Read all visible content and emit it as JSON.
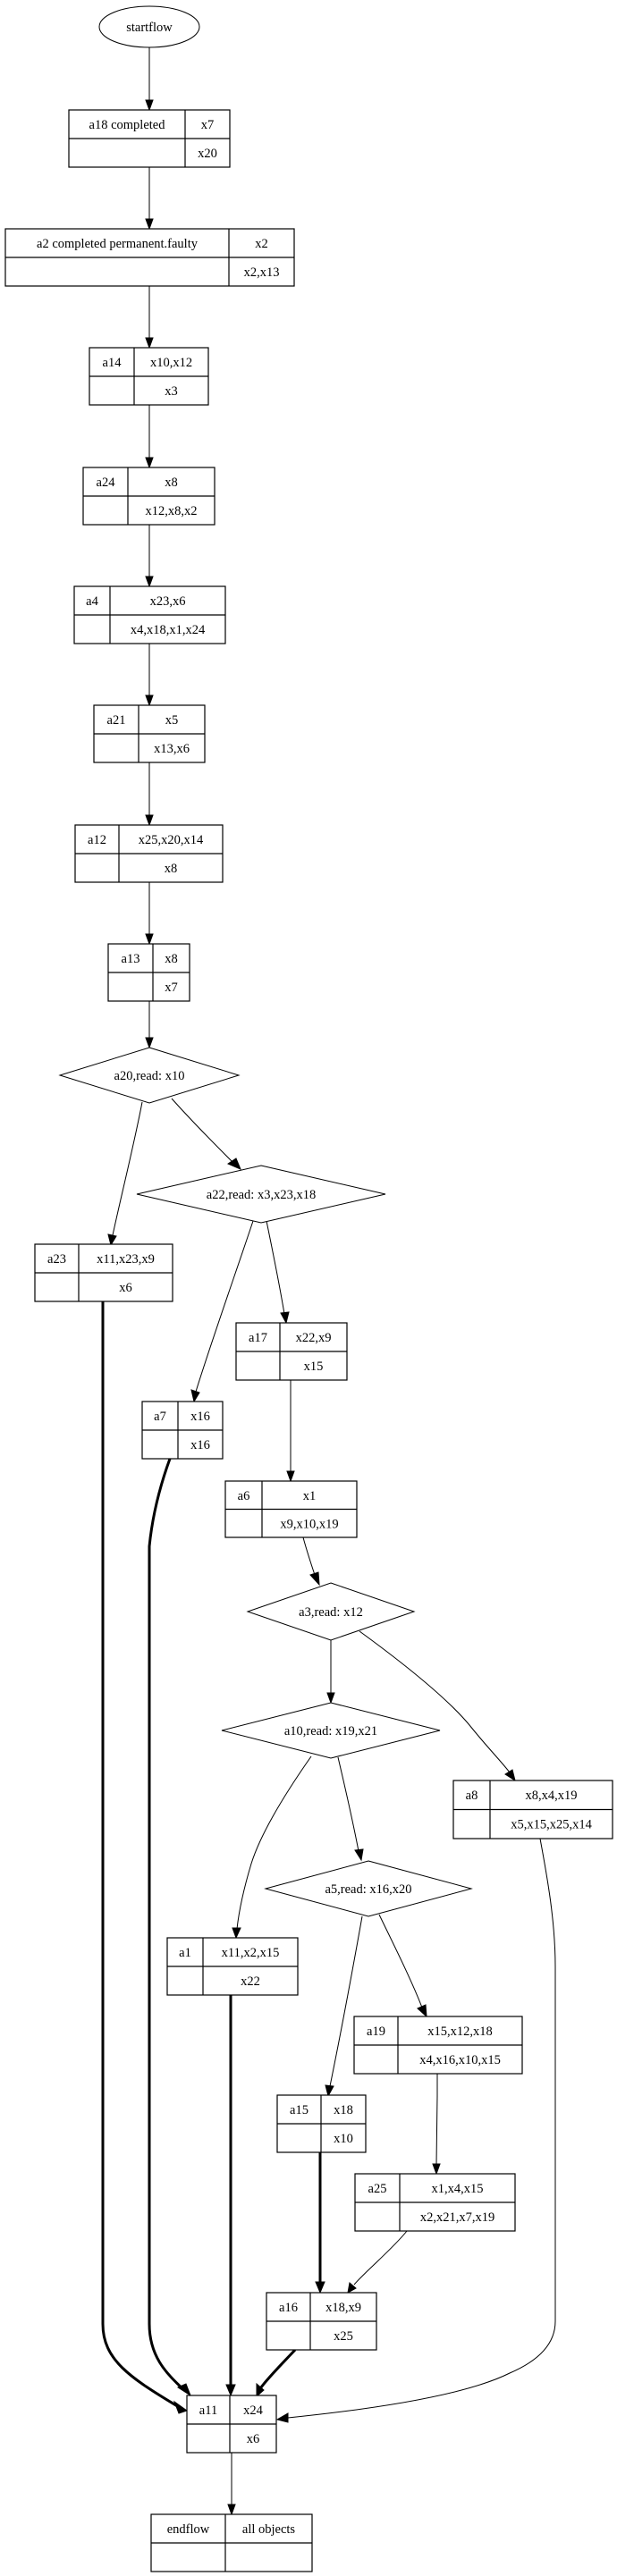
{
  "diagram": {
    "start": {
      "label": "startflow"
    },
    "tasks": [
      {
        "id": "a18",
        "name": "a18 completed",
        "reads": "x7",
        "writes": "x20"
      },
      {
        "id": "a2",
        "name": "a2 completed permanent.faulty",
        "reads": "x2",
        "writes": "x2,x13"
      },
      {
        "id": "a14",
        "name": "a14",
        "reads": "x10,x12",
        "writes": "x3"
      },
      {
        "id": "a24",
        "name": "a24",
        "reads": "x8",
        "writes": "x12,x8,x2"
      },
      {
        "id": "a4",
        "name": "a4",
        "reads": "x23,x6",
        "writes": "x4,x18,x1,x24"
      },
      {
        "id": "a21",
        "name": "a21",
        "reads": "x5",
        "writes": "x13,x6"
      },
      {
        "id": "a12",
        "name": "a12",
        "reads": "x25,x20,x14",
        "writes": "x8"
      },
      {
        "id": "a13",
        "name": "a13",
        "reads": "x8",
        "writes": "x7"
      },
      {
        "id": "a23",
        "name": "a23",
        "reads": "x11,x23,x9",
        "writes": "x6"
      },
      {
        "id": "a17",
        "name": "a17",
        "reads": "x22,x9",
        "writes": "x15"
      },
      {
        "id": "a7",
        "name": "a7",
        "reads": "x16",
        "writes": "x16"
      },
      {
        "id": "a6",
        "name": "a6",
        "reads": "x1",
        "writes": "x9,x10,x19"
      },
      {
        "id": "a8",
        "name": "a8",
        "reads": "x8,x4,x19",
        "writes": "x5,x15,x25,x14"
      },
      {
        "id": "a1",
        "name": "a1",
        "reads": "x11,x2,x15",
        "writes": "x22"
      },
      {
        "id": "a19",
        "name": "a19",
        "reads": "x15,x12,x18",
        "writes": "x4,x16,x10,x15"
      },
      {
        "id": "a15",
        "name": "a15",
        "reads": "x18",
        "writes": "x10"
      },
      {
        "id": "a25",
        "name": "a25",
        "reads": "x1,x4,x15",
        "writes": "x2,x21,x7,x19"
      },
      {
        "id": "a16",
        "name": "a16",
        "reads": "x18,x9",
        "writes": "x25"
      },
      {
        "id": "a11",
        "name": "a11",
        "reads": "x24",
        "writes": "x6"
      },
      {
        "id": "endflow",
        "name": "endflow",
        "reads": "all objects",
        "writes": ""
      }
    ],
    "decisions": [
      {
        "id": "a20",
        "label": "a20,read: x10"
      },
      {
        "id": "a22",
        "label": "a22,read: x3,x23,x18"
      },
      {
        "id": "a3",
        "label": "a3,read: x12"
      },
      {
        "id": "a10",
        "label": "a10,read: x19,x21"
      },
      {
        "id": "a5",
        "label": "a5,read: x16,x20"
      }
    ],
    "edges": [
      {
        "from": "startflow",
        "to": "a18"
      },
      {
        "from": "a18",
        "to": "a2"
      },
      {
        "from": "a2",
        "to": "a14"
      },
      {
        "from": "a14",
        "to": "a24"
      },
      {
        "from": "a24",
        "to": "a4"
      },
      {
        "from": "a4",
        "to": "a21"
      },
      {
        "from": "a21",
        "to": "a12"
      },
      {
        "from": "a12",
        "to": "a13"
      },
      {
        "from": "a13",
        "to": "a20"
      },
      {
        "from": "a20",
        "to": "a23"
      },
      {
        "from": "a20",
        "to": "a22"
      },
      {
        "from": "a22",
        "to": "a7"
      },
      {
        "from": "a22",
        "to": "a17"
      },
      {
        "from": "a17",
        "to": "a6"
      },
      {
        "from": "a6",
        "to": "a3"
      },
      {
        "from": "a3",
        "to": "a10"
      },
      {
        "from": "a3",
        "to": "a8"
      },
      {
        "from": "a10",
        "to": "a1"
      },
      {
        "from": "a10",
        "to": "a5"
      },
      {
        "from": "a5",
        "to": "a15"
      },
      {
        "from": "a5",
        "to": "a19"
      },
      {
        "from": "a19",
        "to": "a25"
      },
      {
        "from": "a15",
        "to": "a16",
        "style": "bold"
      },
      {
        "from": "a25",
        "to": "a16"
      },
      {
        "from": "a23",
        "to": "a11",
        "style": "bold"
      },
      {
        "from": "a7",
        "to": "a11",
        "style": "bold"
      },
      {
        "from": "a1",
        "to": "a11",
        "style": "bold"
      },
      {
        "from": "a16",
        "to": "a11",
        "style": "bold"
      },
      {
        "from": "a8",
        "to": "a11"
      },
      {
        "from": "a11",
        "to": "endflow"
      }
    ]
  }
}
